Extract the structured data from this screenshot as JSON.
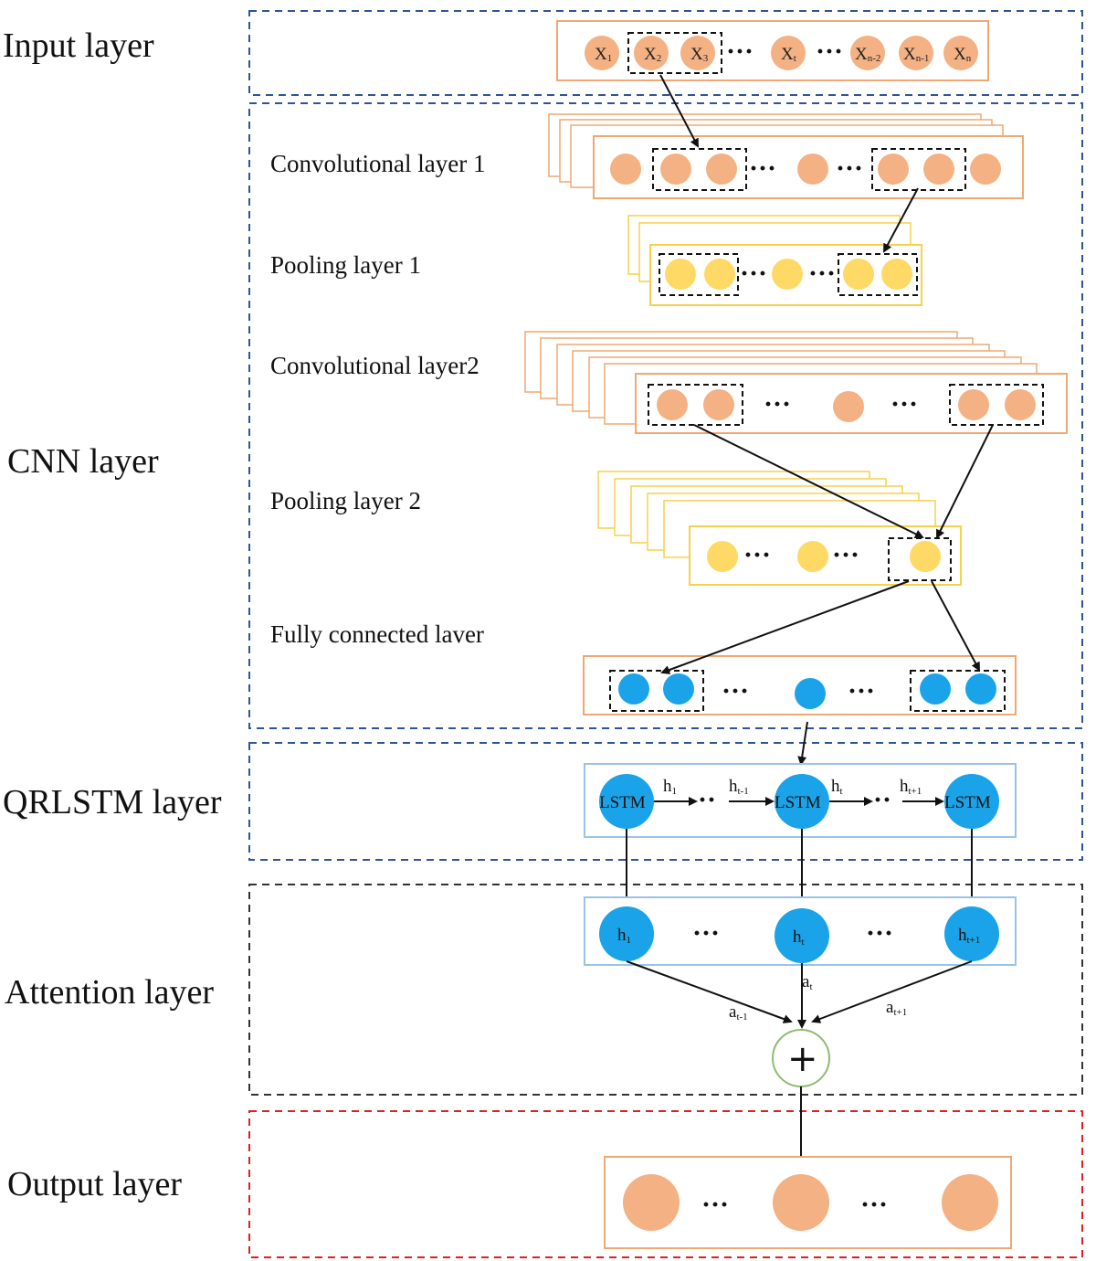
{
  "sections": {
    "input": "Input layer",
    "cnn": "CNN layer",
    "qrlstm": "QRLSTM layer",
    "attention": "Attention layer",
    "output": "Output layer"
  },
  "cnn_sublayers": {
    "conv1": "Convolutional layer 1",
    "pool1": "Pooling layer 1",
    "conv2": "Convolutional layer2",
    "pool2": "Pooling layer 2",
    "fc": "Fully connected laver"
  },
  "input_nodes": [
    {
      "base": "X",
      "sub": "1"
    },
    {
      "base": "X",
      "sub": "2"
    },
    {
      "base": "X",
      "sub": "3"
    },
    {
      "base": "X",
      "sub": "t"
    },
    {
      "base": "X",
      "sub": "n-2"
    },
    {
      "base": "X",
      "sub": "n-1"
    },
    {
      "base": "X",
      "sub": "n"
    }
  ],
  "lstm": {
    "cell_label": "LSTM",
    "edges": [
      {
        "base": "h",
        "sub": "1"
      },
      {
        "base": "h",
        "sub": "t-1"
      },
      {
        "base": "h",
        "sub": "t"
      },
      {
        "base": "h",
        "sub": "t+1"
      }
    ]
  },
  "attention": {
    "nodes": [
      {
        "base": "h",
        "sub": "1"
      },
      {
        "base": "h",
        "sub": "t"
      },
      {
        "base": "h",
        "sub": "t+1"
      }
    ],
    "weights": [
      {
        "base": "a",
        "sub": "t-1"
      },
      {
        "base": "a",
        "sub": "t"
      },
      {
        "base": "a",
        "sub": "t+1"
      }
    ],
    "sum_symbol": "+"
  },
  "ellipsis": "…",
  "colors": {
    "orange": "#f4b183",
    "orange_border": "#f0a872",
    "yellow": "#ffd966",
    "yellow_border": "#f5d24a",
    "blue": "#1aa3e8",
    "blue_box": "#9cc3e6",
    "dashed_blue": "#2e5597",
    "dashed_black": "#333333",
    "dashed_red": "#e02020",
    "green": "#8fbc6f"
  }
}
